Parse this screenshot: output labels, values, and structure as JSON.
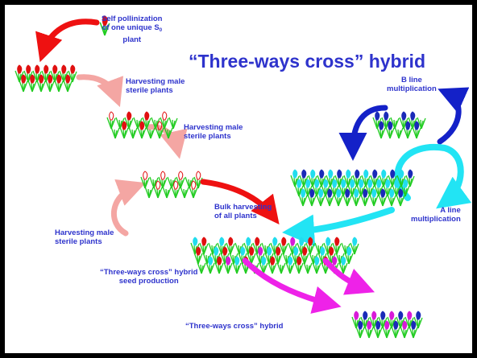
{
  "title": "“Three-ways cross” hybrid",
  "labels": {
    "self_pollinization": [
      "Self pollinization",
      "of one unique S",
      "0",
      "plant"
    ],
    "harvesting_1": [
      "Harvesting male",
      "sterile plants"
    ],
    "harvesting_2": [
      "Harvesting male",
      "sterile plants"
    ],
    "harvesting_3": [
      "Harvesting male",
      "sterile plants"
    ],
    "b_line": [
      "B line",
      "multiplication"
    ],
    "a_line": [
      "A line",
      "multiplication"
    ],
    "bulk_harvesting": [
      "Bulk harvesting",
      "of all plants"
    ],
    "seed_production": [
      "“Three-ways cross” hybrid",
      "seed production"
    ],
    "hybrid": "“Three-ways cross” hybrid"
  },
  "colors": {
    "text": "#2e33cc",
    "arrow_red": "#ee1111",
    "arrow_pink": "#f4a6a3",
    "arrow_navy": "#1421c8",
    "arrow_cyan": "#22e4f4",
    "arrow_magenta": "#ee22e8",
    "leaf_green": "#22cc22",
    "flower_red": "#e01010",
    "flower_navy": "#1a2bb8",
    "flower_cyan": "#22ddee",
    "flower_magenta": "#d81ad8"
  }
}
